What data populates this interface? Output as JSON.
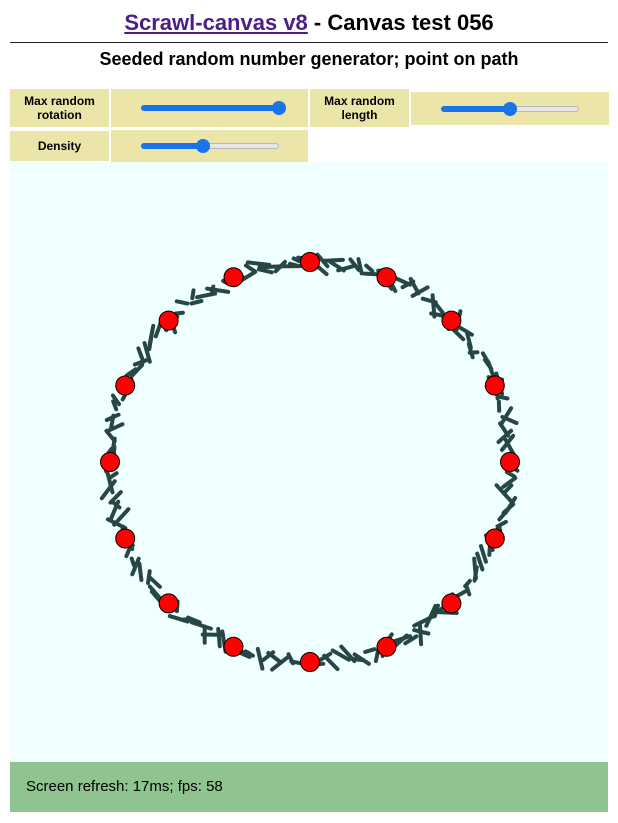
{
  "header": {
    "link_text": "Scrawl-canvas v8",
    "title_rest": " - Canvas test 056",
    "subtitle": "Seeded random number generator; point on path"
  },
  "controls": {
    "max_rotation": {
      "label": "Max random rotation",
      "value": 1.0
    },
    "max_length": {
      "label": "Max random length",
      "value": 0.5
    },
    "density": {
      "label": "Density",
      "value": 0.45
    }
  },
  "canvas": {
    "background": "#f0ffff",
    "ring_color": "#274747",
    "marker_color": "#ff0000",
    "marker_count": 16
  },
  "status": {
    "text": "Screen refresh: 17ms; fps: 58"
  },
  "colors": {
    "label_bg": "#ece5a9",
    "status_bg": "#8fc38f",
    "link": "#4b1e86",
    "slider_accent": "#1a73e8"
  }
}
